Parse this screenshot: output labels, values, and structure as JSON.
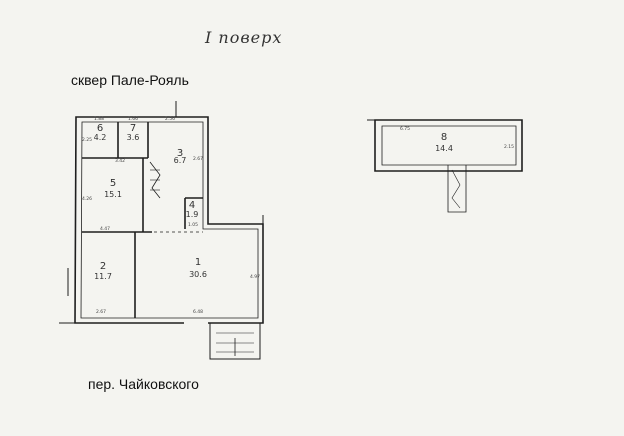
{
  "title": "I поверх",
  "street_top": "сквер Пале-Рояль",
  "street_bottom": "пер. Чайковского",
  "rooms": [
    {
      "num": "1",
      "area": "30.6"
    },
    {
      "num": "2",
      "area": "11.7"
    },
    {
      "num": "3",
      "area": "6.7"
    },
    {
      "num": "4",
      "area": "1.9"
    },
    {
      "num": "5",
      "area": "15.1"
    },
    {
      "num": "6",
      "area": "4.2"
    },
    {
      "num": "7",
      "area": "3.6"
    },
    {
      "num": "8",
      "area": "14.4"
    }
  ],
  "dimensions": {
    "d_top_left": "1.88",
    "d_top_mid": "1.66",
    "d_top_right": "2.56",
    "d_6_side": "2.25",
    "d_corr": "3.42",
    "d_3_side": "2.67",
    "d_5_side": "4.26",
    "d_5_bottom": "4.47",
    "d_4_bottom": "1.05",
    "d_1_side": "4.97",
    "d_2_bottom": "2.67",
    "d_1_bottom": "6.48",
    "d_8_top": "6.75",
    "d_8_side": "2.15"
  },
  "colors": {
    "line": "#1e1e1e",
    "paper": "#f4f4f0"
  }
}
